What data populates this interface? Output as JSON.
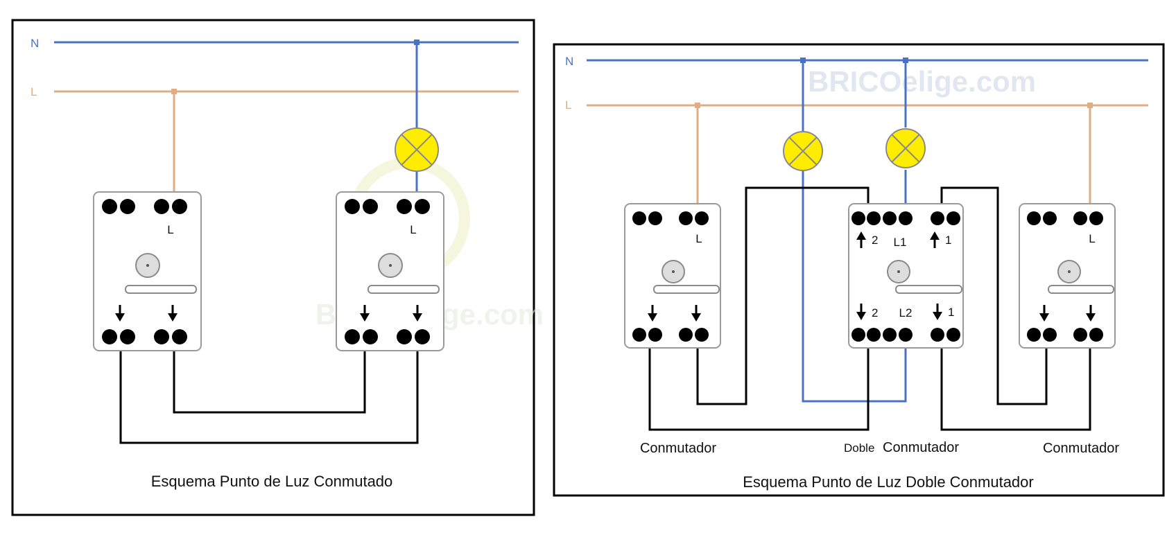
{
  "colors": {
    "neutral_wire": "#4a72c4",
    "live_wire": "#e0ae82",
    "switch_wire": "#000000",
    "lamp": "#ffed00"
  },
  "lines": {
    "neutral": "N",
    "live": "L"
  },
  "left_panel": {
    "caption": "Esquema Punto de Luz Conmutado",
    "switch1_terminal": "L",
    "switch2_terminal": "L",
    "watermark": "BRICOelige.com"
  },
  "right_panel": {
    "caption": "Esquema Punto de Luz Doble Conmutador",
    "watermark": "BRICOelige.com",
    "left_device": {
      "name": "Conmutador",
      "terminal": "L"
    },
    "right_device": {
      "name": "Conmutador",
      "terminal": "L"
    },
    "middle_device": {
      "name_prefix": "Doble",
      "name": "Conmutador",
      "top_left": "2",
      "top_mid": "L1",
      "top_right": "1",
      "bot_left": "2",
      "bot_mid": "L2",
      "bot_right": "1"
    }
  }
}
